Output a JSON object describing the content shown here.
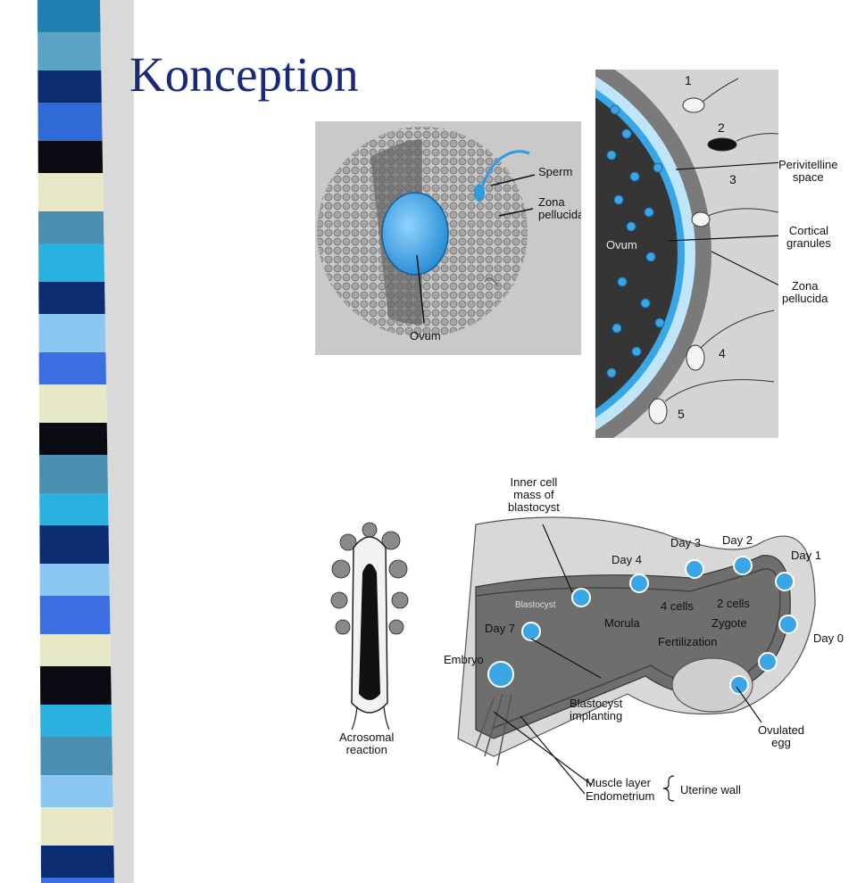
{
  "slide": {
    "title": "Konception"
  },
  "ovum_panel": {
    "sperm": "Sperm",
    "zona": "Zona\npellucida",
    "ovum": "Ovum"
  },
  "fert_panel": {
    "steps": [
      "1",
      "2",
      "3",
      "4",
      "5"
    ],
    "perivitelline": "Perivitelline\nspace",
    "cortical": "Cortical\ngranules",
    "zona": "Zona\npellucida",
    "ovum": "Ovum"
  },
  "acrosome_panel": {
    "label": "Acrosomal\nreaction"
  },
  "uterus_panel": {
    "inner_cell_mass": "Inner cell\nmass of\nblastocyst",
    "day3": "Day 3",
    "day2": "Day 2",
    "day1": "Day 1",
    "day4": "Day 4",
    "day0": "Day 0",
    "day7": "Day 7",
    "blastocyst": "Blastocyst",
    "morula": "Morula",
    "cells4": "4 cells",
    "cells2": "2 cells",
    "zygote": "Zygote",
    "fertilization": "Fertilization",
    "embryo": "Embryo",
    "blastocyst_implanting": "Blastocyst\nimplanting",
    "ovulated_egg": "Ovulated\negg",
    "muscle_layer": "Muscle layer",
    "endometrium": "Endometrium",
    "uterine_wall": "Uterine wall"
  },
  "colors": {
    "accent_blue": "#3aa6e6",
    "title": "#1a2a78"
  }
}
